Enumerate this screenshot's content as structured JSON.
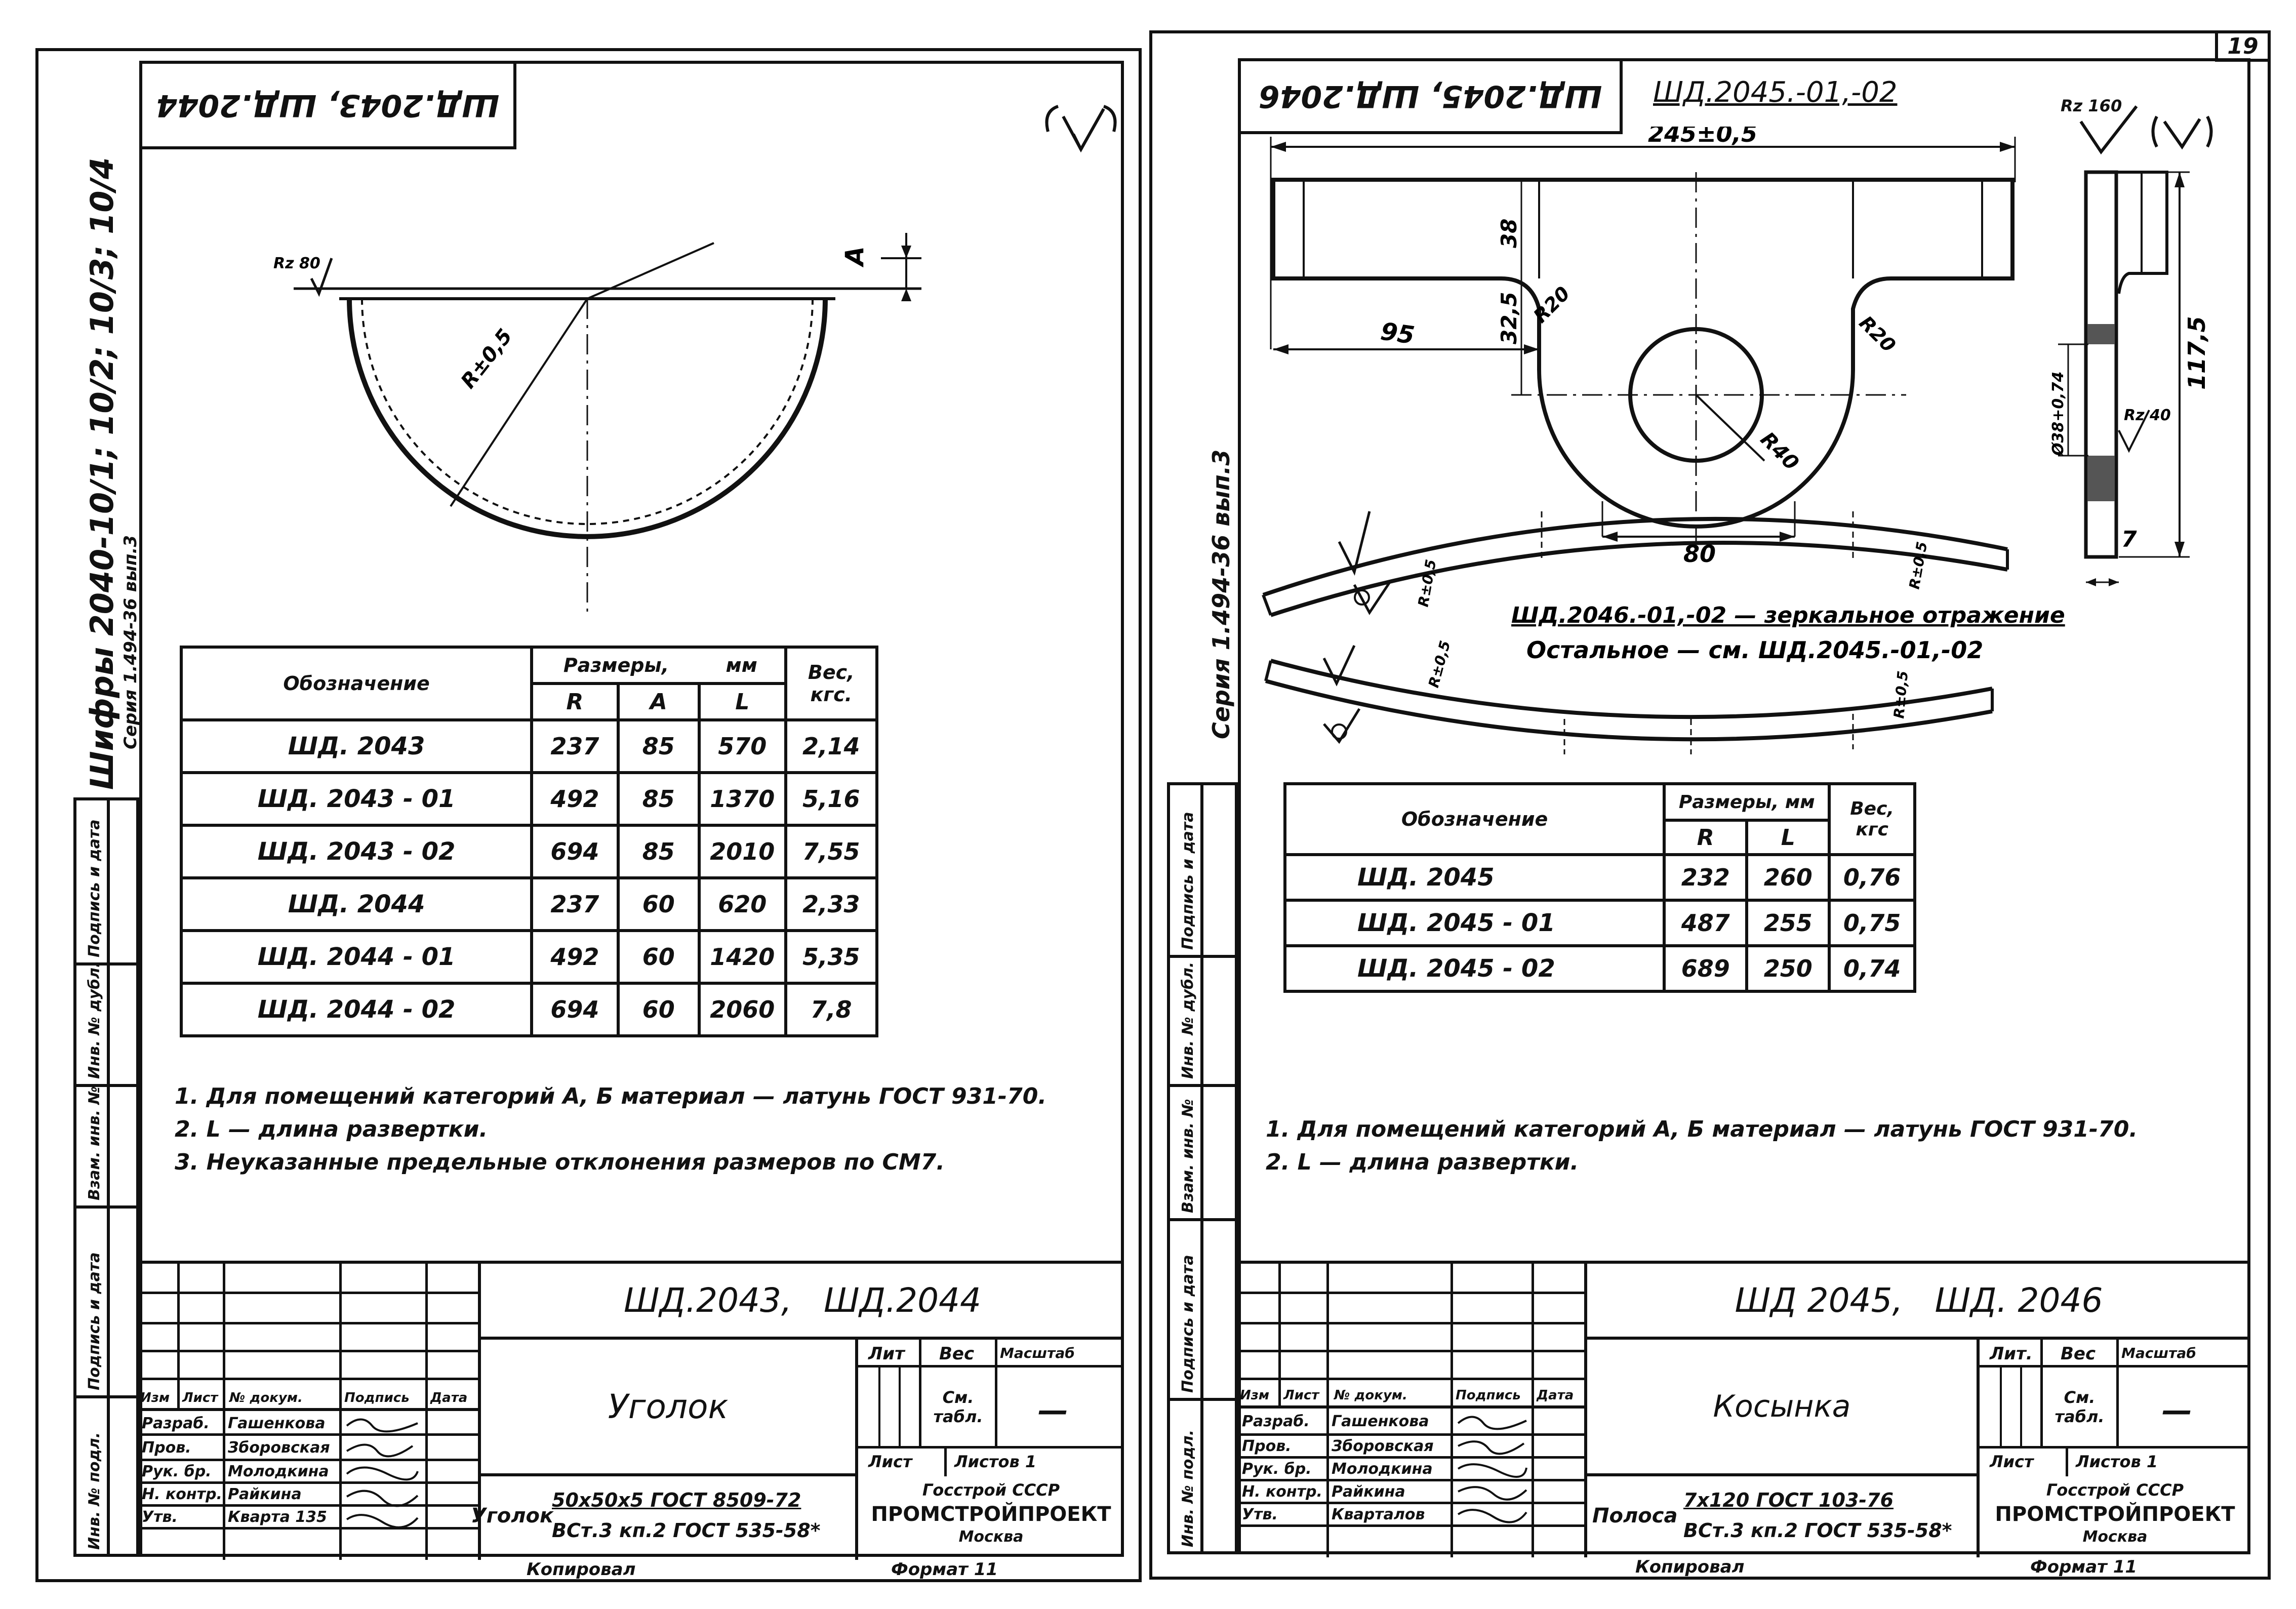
{
  "page_number": "19",
  "left_sheet": {
    "margin_vertical_title": "Шифры 2040-10/1; 10/2; 10/3; 10/4",
    "margin_vertical_series": "Серия 1.494-36 вып.3",
    "header_title": "ШД.2043, ШД.2044",
    "drawing": {
      "roughness_mark": "Rz 80",
      "radius_label": "R±0,5",
      "dim_a": "A"
    },
    "table": {
      "header_designation": "Обозначение",
      "header_sizes": "Размеры,",
      "header_units": "мм",
      "header_weight": "Вес, кгс.",
      "col_r": "R",
      "col_a": "A",
      "col_l": "L",
      "rows": [
        {
          "name": "ШД. 2043",
          "r": "237",
          "a": "85",
          "l": "570",
          "w": "2,14"
        },
        {
          "name": "ШД. 2043 - 01",
          "r": "492",
          "a": "85",
          "l": "1370",
          "w": "5,16"
        },
        {
          "name": "ШД. 2043 - 02",
          "r": "694",
          "a": "85",
          "l": "2010",
          "w": "7,55"
        },
        {
          "name": "ШД. 2044",
          "r": "237",
          "a": "60",
          "l": "620",
          "w": "2,33"
        },
        {
          "name": "ШД. 2044 - 01",
          "r": "492",
          "a": "60",
          "l": "1420",
          "w": "5,35"
        },
        {
          "name": "ШД. 2044 - 02",
          "r": "694",
          "a": "60",
          "l": "2060",
          "w": "7,8"
        }
      ]
    },
    "notes": [
      "1. Для помещений категорий А, Б материал — латунь ГОСТ 931-70.",
      "2. L — длина развертки.",
      "3. Неуказанные предельные отклонения размеров по СМ7."
    ],
    "stamp": {
      "doc_code": "ШД.2043,   ШД.2044",
      "item_name": "Уголок",
      "material_prefix": "Уголок",
      "material_line1": "50x50x5 ГОСТ 8509-72",
      "material_line2": "ВСт.3 кп.2 ГОСТ 535-58*",
      "lit": "Лит",
      "ves": "Вес",
      "masshtab": "Масштаб",
      "see_table": "См. табл.",
      "dash": "—",
      "list": "Лист",
      "listov": "Листов 1",
      "org1": "Госстрой СССР",
      "org2": "ПРОМСТРОЙПРОЕКТ",
      "org3": "Москва",
      "col_izm": "Изм",
      "col_list": "Лист",
      "col_ndok": "№ докум.",
      "col_podp": "Подпись",
      "col_data": "Дата",
      "roles": [
        "Разраб.",
        "Пров.",
        "Рук. бр.",
        "Н. контр.",
        "Утв."
      ],
      "names": [
        "Гашенкова",
        "Зборовская",
        "Молодкина",
        "Райкина",
        "Кварта 135"
      ],
      "copied": "Копировал",
      "format": "Формат 11"
    },
    "margin_stamp_labels": [
      "Инв. № подл.",
      "Подпись и дата",
      "Взам. инв. №",
      "Инв. № дубл.",
      "Подпись и дата"
    ]
  },
  "right_sheet": {
    "margin_vertical_series": "Серия 1.494-36 вып.3",
    "header_title": "ШД.2045, ШД.2046",
    "header_subtitle": "ШД.2045.-01,-02",
    "roughness_global": "Rz 160",
    "drawing": {
      "dim_245": "245±0,5",
      "dim_95": "95",
      "dim_38": "38",
      "dim_32_5": "32,5",
      "dim_r20a": "R20",
      "dim_r20b": "R20",
      "dim_r40": "R40",
      "dim_80": "80",
      "dim_117_5": "117,5",
      "dim_hole": "Ø38+0,74",
      "dim_7": "7",
      "dim_rz40": "Rz 40",
      "dim_r05a": "R±0,5",
      "dim_r05b": "R±0,5",
      "dim_r05c": "R±0,5",
      "dim_r05d": "R±0,5",
      "mirror_note": "ШД.2046.-01,-02 — зеркальное отражение",
      "rest_note": "Остальное — см. ШД.2045.-01,-02"
    },
    "table": {
      "header_designation": "Обозначение",
      "header_sizes": "Размеры, мм",
      "header_weight": "Вес, кгс",
      "col_r": "R",
      "col_l": "L",
      "rows": [
        {
          "name": "ШД. 2045",
          "r": "232",
          "l": "260",
          "w": "0,76"
        },
        {
          "name": "ШД. 2045 - 01",
          "r": "487",
          "l": "255",
          "w": "0,75"
        },
        {
          "name": "ШД. 2045 - 02",
          "r": "689",
          "l": "250",
          "w": "0,74"
        }
      ]
    },
    "notes": [
      "1. Для помещений категорий А, Б материал — латунь ГОСТ 931-70.",
      "2. L — длина развертки."
    ],
    "stamp": {
      "doc_code": "ШД 2045,   ШД. 2046",
      "item_name": "Косынка",
      "material_prefix": "Полоса",
      "material_line1": "7x120 ГОСТ 103-76",
      "material_line2": "ВСт.3 кп.2 ГОСТ 535-58*",
      "lit": "Лит.",
      "ves": "Вес",
      "masshtab": "Масштаб",
      "see_table": "См. табл.",
      "dash": "—",
      "list": "Лист",
      "listov": "Листов 1",
      "org1": "Госстрой СССР",
      "org2": "ПРОМСТРОЙПРОЕКТ",
      "org3": "Москва",
      "col_izm": "Изм",
      "col_list": "Лист",
      "col_ndok": "№ докум.",
      "col_podp": "Подпись",
      "col_data": "Дата",
      "roles": [
        "Разраб.",
        "Пров.",
        "Рук. бр.",
        "Н. контр.",
        "Утв."
      ],
      "names": [
        "Гашенкова",
        "Зборовская",
        "Молодкина",
        "Райкина",
        "Кварталов"
      ],
      "copied": "Копировал",
      "format": "Формат 11"
    },
    "margin_stamp_labels": [
      "Инв. № подл.",
      "Подпись и дата",
      "Взам. инв. №",
      "Инв. № дубл.",
      "Подпись и дата"
    ]
  }
}
